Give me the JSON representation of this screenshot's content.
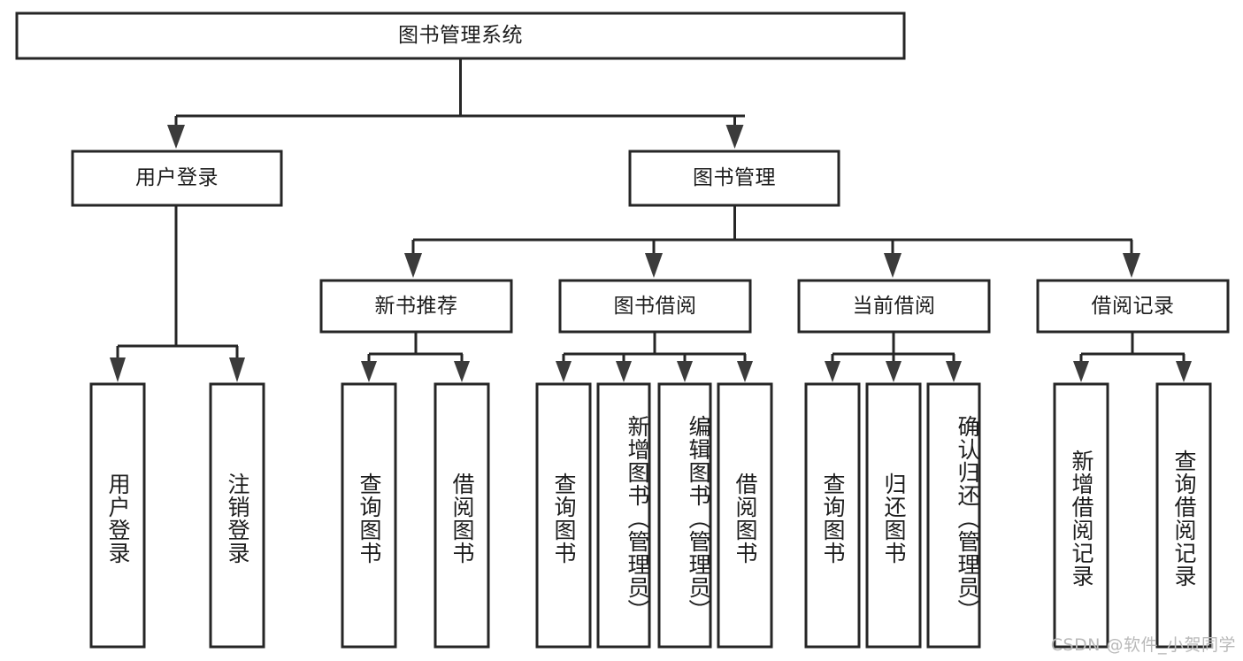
{
  "diagram": {
    "type": "tree-hierarchy",
    "title": "图书管理系统",
    "orientation": "top-down",
    "colors": {
      "stroke": "#262626",
      "fill": "#ffffff",
      "text": "#1d1d1d",
      "arrow": "#3b3b3b",
      "watermark": "#b9b9b9",
      "background": "#ffffff"
    },
    "levels": {
      "root": {
        "label": "图书管理系统"
      },
      "level2": [
        {
          "id": "user-login",
          "label": "用户登录"
        },
        {
          "id": "book-manage",
          "label": "图书管理"
        }
      ],
      "level3": [
        {
          "id": "new-book-recommend",
          "label": "新书推荐",
          "parent": "book-manage"
        },
        {
          "id": "book-borrow",
          "label": "图书借阅",
          "parent": "book-manage"
        },
        {
          "id": "current-borrow",
          "label": "当前借阅",
          "parent": "book-manage"
        },
        {
          "id": "borrow-record",
          "label": "借阅记录",
          "parent": "book-manage"
        }
      ],
      "leaves": [
        {
          "id": "leaf-user-login",
          "label": "用户登录",
          "parent": "user-login"
        },
        {
          "id": "leaf-user-logout",
          "label": "注销登录",
          "parent": "user-login"
        },
        {
          "id": "leaf-query-book-1",
          "label": "查询图书",
          "parent": "new-book-recommend"
        },
        {
          "id": "leaf-borrow-book-1",
          "label": "借阅图书",
          "parent": "new-book-recommend"
        },
        {
          "id": "leaf-query-book-2",
          "label": "查询图书",
          "parent": "book-borrow"
        },
        {
          "id": "leaf-add-book",
          "label": "新增图书（管理员）",
          "parent": "book-borrow"
        },
        {
          "id": "leaf-edit-book",
          "label": "编辑图书（管理员）",
          "parent": "book-borrow"
        },
        {
          "id": "leaf-borrow-book-2",
          "label": "借阅图书",
          "parent": "book-borrow"
        },
        {
          "id": "leaf-query-book-3",
          "label": "查询图书",
          "parent": "current-borrow"
        },
        {
          "id": "leaf-return-book",
          "label": "归还图书",
          "parent": "current-borrow"
        },
        {
          "id": "leaf-confirm-return",
          "label": "确认归还（管理员）",
          "parent": "current-borrow"
        },
        {
          "id": "leaf-add-record",
          "label": "新增借阅记录",
          "parent": "borrow-record"
        },
        {
          "id": "leaf-query-record",
          "label": "查询借阅记录",
          "parent": "borrow-record"
        }
      ]
    }
  },
  "watermark": {
    "text": "CSDN @软件_小贺同学"
  }
}
